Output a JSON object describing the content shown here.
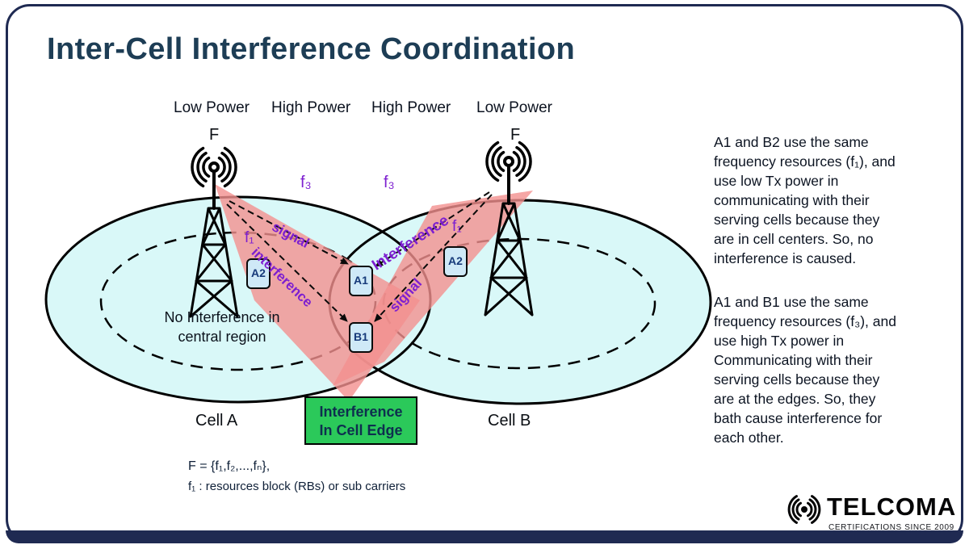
{
  "title": "Inter-Cell Interference Coordination",
  "diagram": {
    "power_labels": [
      "Low Power",
      "High Power",
      "High Power",
      "Low Power"
    ],
    "tower_f_left": "F",
    "tower_f_right": "F",
    "f3_left": "f₃",
    "f3_right": "f₃",
    "f1_left": "f₁",
    "f1_right": "f₁",
    "signal_left": "signal",
    "interference_left": "interference",
    "interference_right": "Interference",
    "signal_right": "signal",
    "dev_a2_left": "A2",
    "dev_a1": "A1",
    "dev_b1": "B1",
    "dev_a2_right": "A2",
    "center_note": "No Interference in\ncentral region",
    "edge_box_label": "Interference\nIn Cell Edge",
    "cell_a_label": "Cell A",
    "cell_b_label": "Cell B",
    "formula_line1": "F = {f₁,f₂,...,fₙ},",
    "formula_line2": "f₁ : resources block (RBs) or sub carriers"
  },
  "sidebar": {
    "para1": "A1 and B2 use the same\nfrequency resources (f₁), and\nuse low Tx power in\ncommunicating with their\nserving cells because they\nare in cell centers. So, no\ninterference is caused.",
    "para2": "A1 and B1 use the same\nfrequency resources (f₃), and\nuse high Tx power in\nCommunicating with their\nserving cells because they\nare at the edges. So, they\nbath cause interference for\neach other."
  },
  "logo": {
    "name": "TELCOMA",
    "tagline": "CERTIFICATIONS SINCE 2009"
  },
  "colors": {
    "frame_navy": "#1f2a52",
    "title": "#1d3d55",
    "purple": "#7d1fd0",
    "interference_pink": "#f2908e",
    "cell_fill": "#d9f8f8",
    "edge_green": "#2bc95a",
    "phone_fill": "#cfe9f7"
  }
}
